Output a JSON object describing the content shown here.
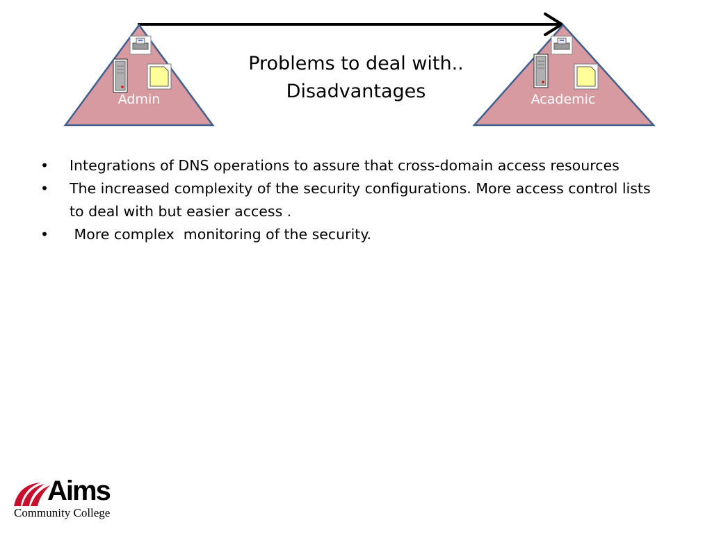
{
  "title": {
    "line1": "Problems to deal with..",
    "line2": "Disadvantages"
  },
  "domains": {
    "left_label": "Admin",
    "right_label": "Academic"
  },
  "bullets": [
    "Integrations of DNS operations  to assure that cross-domain access resources",
    "The increased complexity of the security configurations.   More access control lists to deal with but easier access .",
    " More complex  monitoring of the security."
  ],
  "logo": {
    "word": "Aims",
    "subtitle": "Community College"
  },
  "colors": {
    "triangle_fill": "#d79aa0",
    "triangle_stroke": "#3f5f8f",
    "folder": "#ffff99",
    "arrow": "#000000",
    "logo_red": "#c8102e"
  },
  "icons": [
    "printer-icon",
    "server-icon",
    "folder-icon"
  ]
}
